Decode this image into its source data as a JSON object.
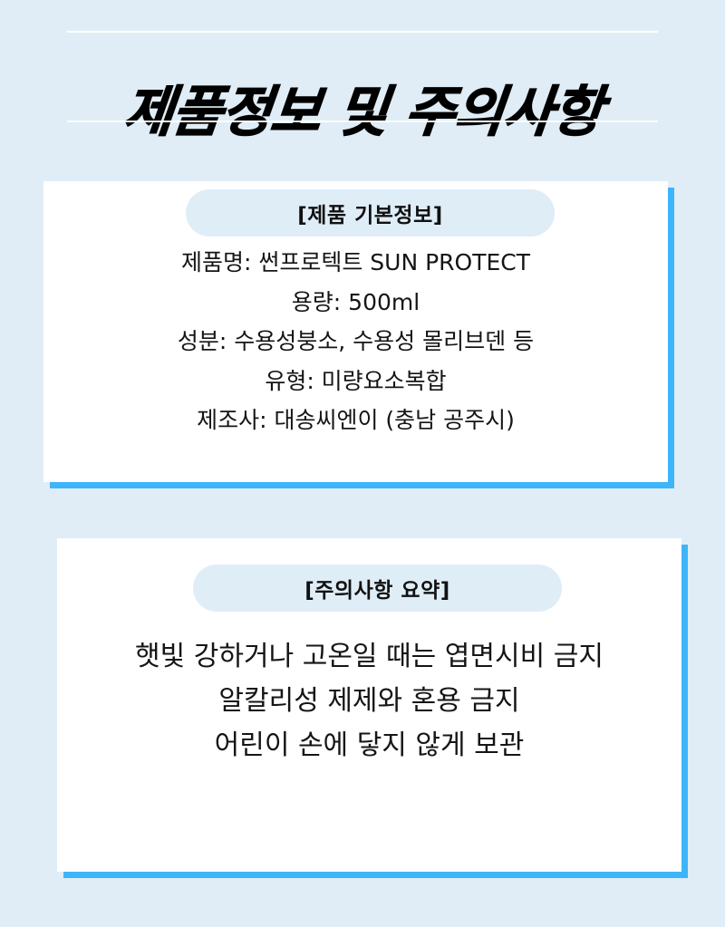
{
  "header": {
    "title": "제품정보 및 주의사항"
  },
  "product_info": {
    "section_title": "[제품 기본정보]",
    "items": [
      "제품명: 썬프로텍트 SUN PROTECT",
      "용량: 500ml",
      "성분: 수용성붕소, 수용성 몰리브덴 등",
      "유형: 미량요소복합",
      "제조사: 대송씨엔이 (충남 공주시)"
    ]
  },
  "precautions": {
    "section_title": "[주의사항 요약]",
    "items": [
      "햇빛 강하거나 고온일 때는 엽면시비 금지",
      "알칼리성 제제와 혼용 금지",
      "어린이 손에 닿지 않게 보관"
    ]
  },
  "colors": {
    "background": "#E0EDF6",
    "card": "#FFFFFF",
    "card_shadow": "#3EB5FA",
    "pill": "#DFEDF7",
    "text": "#111111"
  }
}
